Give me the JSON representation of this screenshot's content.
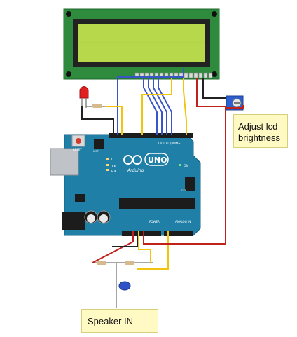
{
  "annotations": {
    "lcd_brightness": "Adjust lcd brightness",
    "speaker_in": "Speaker IN"
  },
  "board": {
    "name": "UNO",
    "brand": "Arduino",
    "reset_label": "RESET",
    "digital_label": "DIGITAL (PWM~)",
    "analog_label": "ANALOG IN",
    "power_label": "POWER",
    "on_label": "ON",
    "tx_label": "TX",
    "rx_label": "RX",
    "icsp_label": "ICSP",
    "icsp2_label": "ICSP",
    "l_label": "L"
  },
  "colors": {
    "board": "#1f7fa6",
    "lcd_pcb": "#2e8b3d",
    "lcd_screen": "#b6d84a",
    "wire_blue": "#3a55c8",
    "wire_yellow": "#f1c40f",
    "wire_red": "#c0221b",
    "wire_black": "#222222",
    "led": "#e02020",
    "potentiometer": "#2e5fd0",
    "note_bg": "#fff9c4"
  }
}
